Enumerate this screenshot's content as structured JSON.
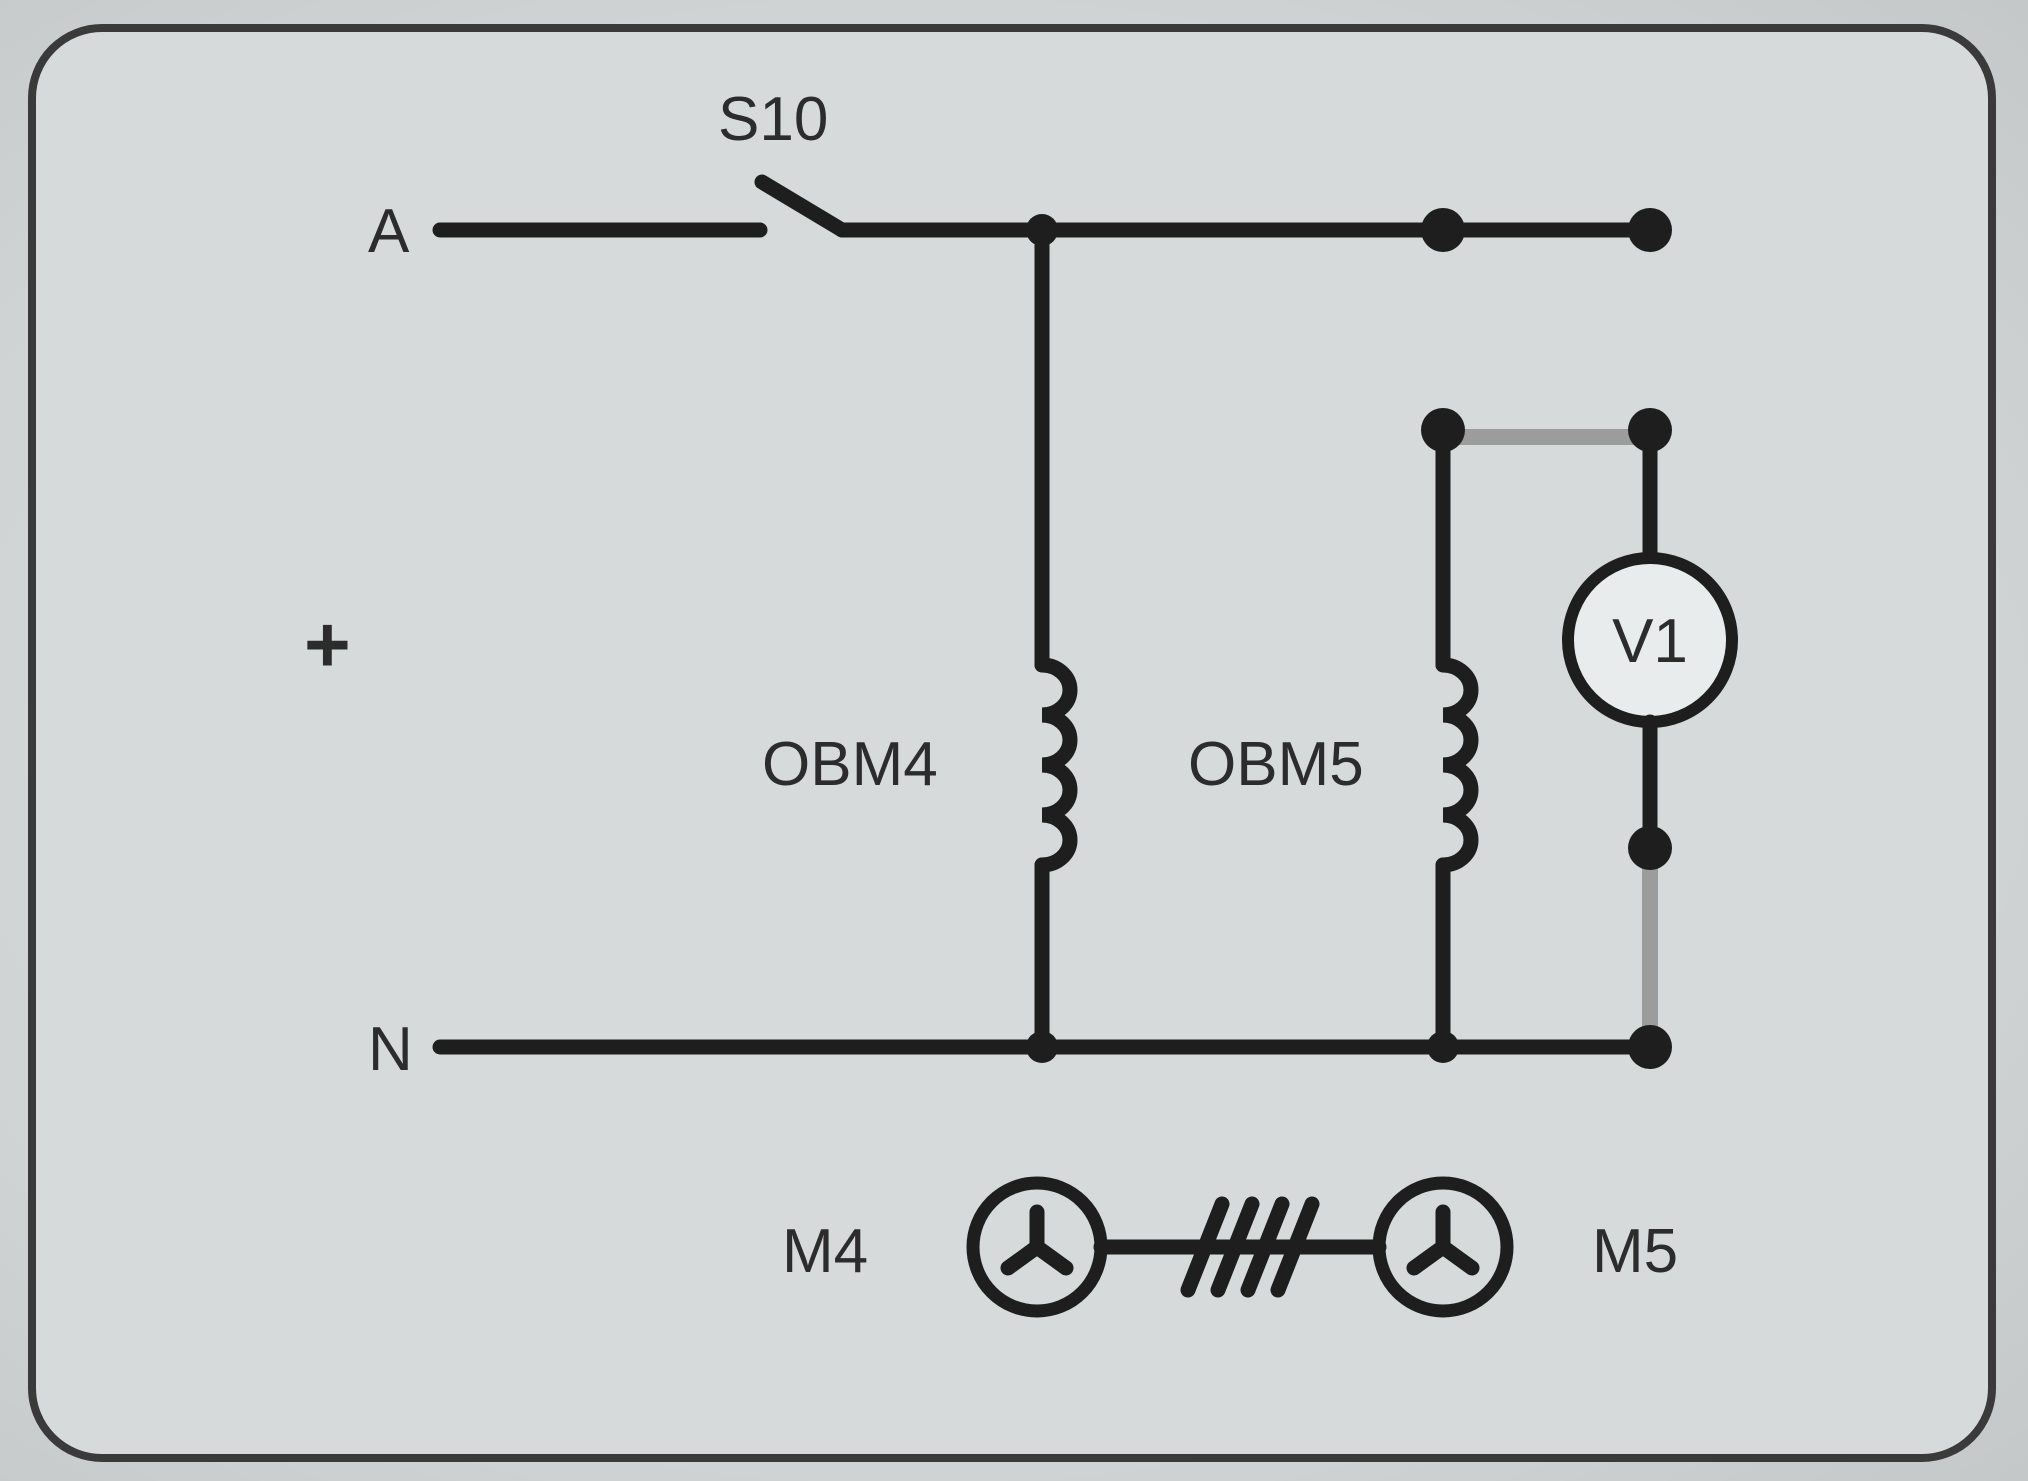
{
  "diagram": {
    "type": "electrical-schematic",
    "labels": {
      "switch": "S10",
      "line_a": "A",
      "line_n": "N",
      "polarity": "+",
      "coil_1": "OBM4",
      "coil_2": "OBM5",
      "voltmeter": "V1",
      "machine_1": "M4",
      "machine_2": "M5"
    },
    "colors": {
      "wire": "#1e1e1e",
      "jumper": "#9c9c9c",
      "background": "#d3d6d6",
      "frame": "#3a3a3a"
    },
    "components": [
      {
        "id": "S10",
        "kind": "switch",
        "state": "open"
      },
      {
        "id": "OBM4",
        "kind": "coil"
      },
      {
        "id": "OBM5",
        "kind": "coil"
      },
      {
        "id": "V1",
        "kind": "voltmeter"
      },
      {
        "id": "M4",
        "kind": "machine"
      },
      {
        "id": "M5",
        "kind": "machine"
      }
    ],
    "coupling": "mechanical-shaft"
  }
}
